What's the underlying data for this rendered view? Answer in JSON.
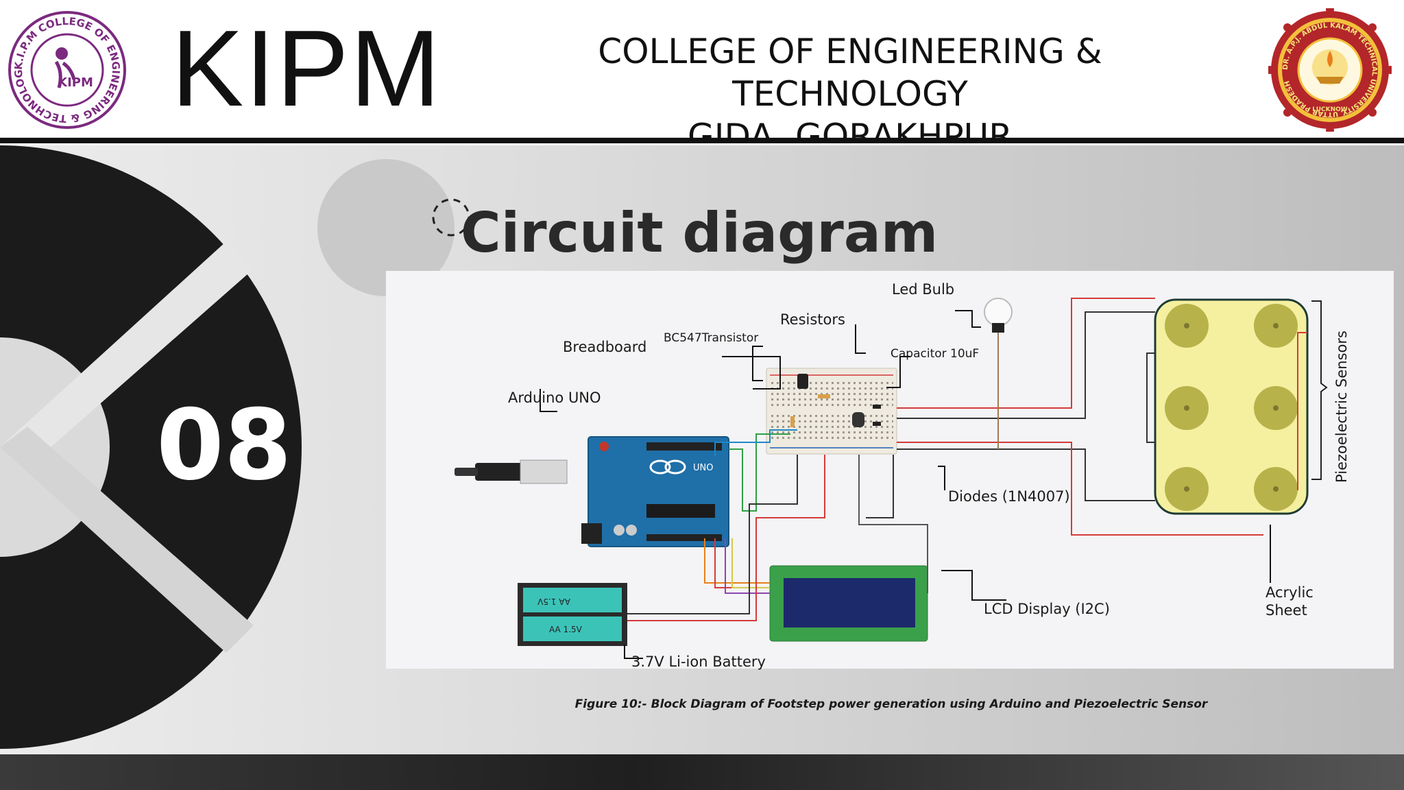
{
  "header": {
    "brand": "KIPM",
    "college_line1": "COLLEGE OF ENGINEERING & TECHNOLOGY",
    "college_line2": "GIDA, GORAKHPUR",
    "left_logo": {
      "ring_text": "K.I.P.M COLLEGE OF ENGINEERING & TECHNOLOGY",
      "center_text": "KIPM",
      "accent_color": "#7b2a7f"
    },
    "right_logo": {
      "ring_text": "DR. A.P.J. ABDUL KALAM TECHNICAL UNIVERSITY, UTTAR PRADESH",
      "bottom_text": "LUCKNOW",
      "accent_color": "#b3262a"
    }
  },
  "slide": {
    "number": "08",
    "title": "Circuit diagram"
  },
  "diagram": {
    "labels": {
      "led_bulb": "Led Bulb",
      "resistors": "Resistors",
      "transistor": "BC547Transistor",
      "breadboard": "Breadboard",
      "capacitor": "Capacitor 10uF",
      "arduino": "Arduino UNO",
      "diodes": "Diodes (1N4007)",
      "lcd": "LCD Display (I2C)",
      "battery": "3.7V Li-ion Battery",
      "piezo": "Piezoelectric Sensors",
      "acrylic_line1": "Acrylic",
      "acrylic_line2": "Sheet",
      "battery_cell_top": "AA 1.5V",
      "battery_cell_bottom": "AA 1.5V"
    },
    "colors": {
      "arduino_board": "#1f6fa8",
      "lcd_board": "#3aa04a",
      "lcd_screen": "#1c2a6b",
      "piezo_plate": "#f4f0a0",
      "piezo_disc": "#b8b24a",
      "battery_cell": "#3cc3b8",
      "wire_red": "#d43a3a",
      "wire_black": "#333333"
    }
  },
  "caption": "Figure 10:- Block Diagram of Footstep power generation using Arduino and Piezoelectric Sensor"
}
